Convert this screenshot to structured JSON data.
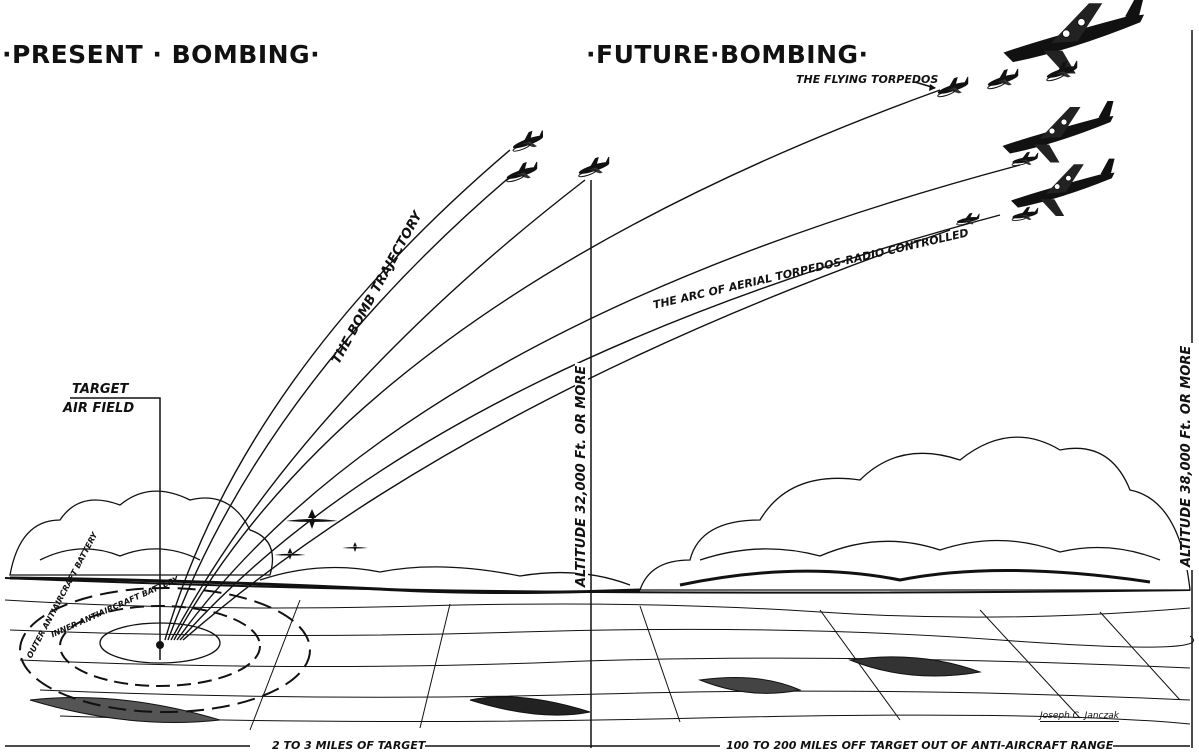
{
  "headings": {
    "present": "·PRESENT · BOMBING·",
    "future": "·FUTURE·BOMBING·"
  },
  "labels": {
    "flying_torpedos": "THE FLYING TORPEDOS",
    "bomb_trajectory": "THE BOMB TRAJECTORY",
    "torpedo_arc": "THE ARC OF AERIAL TORPEDOS-RADIO CONTROLLED",
    "target_line1": "TARGET",
    "target_line2": "AIR FIELD",
    "altitude_32000": "ALTITUDE 32,000 Ft. OR MORE",
    "altitude_38000": "ALTITUDE 38,000 Ft. OR MORE",
    "outer_battery": "OUTER ANTIAIRCRAFT BATTERY",
    "inner_battery": "INNER ANTIAIRCRAFT BATTERY",
    "distance_near": "2 TO 3 MILES OF TARGET",
    "distance_far": "100 TO 200 MILES OFF TARGET OUT OF ANTI-AIRCRAFT RANGE",
    "signature": "Joseph C. Janczak"
  },
  "colors": {
    "ink": "#111111",
    "paper": "#ffffff"
  },
  "icons": [
    "bomber-plane-icon",
    "fighter-plane-icon",
    "cloud-bank",
    "terrain"
  ]
}
